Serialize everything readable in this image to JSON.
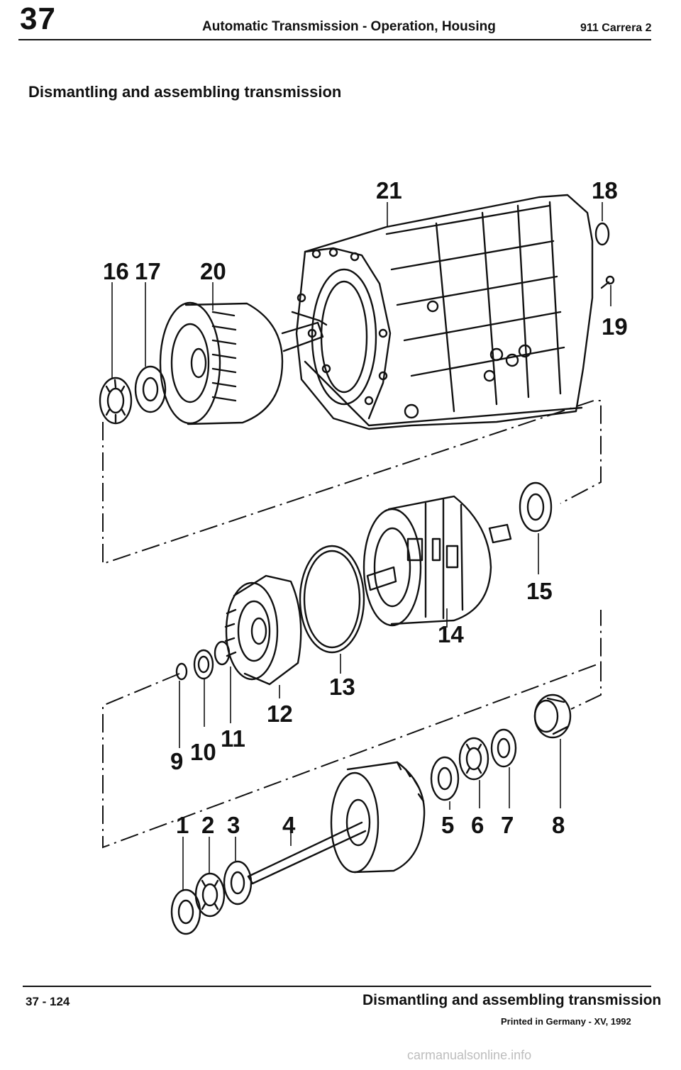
{
  "header": {
    "chapter": "37",
    "title": "Automatic Transmission - Operation, Housing",
    "model": "911 Carrera 2"
  },
  "section_title": "Dismantling and assembling transmission",
  "part_labels": [
    "1",
    "2",
    "3",
    "4",
    "5",
    "6",
    "7",
    "8",
    "9",
    "10",
    "11",
    "12",
    "13",
    "14",
    "15",
    "16",
    "17",
    "18",
    "19",
    "20",
    "21"
  ],
  "footer": {
    "page": "37 - 124",
    "title": "Dismantling and assembling transmission",
    "printed": "Printed in Germany - XV, 1992"
  },
  "watermark": "carmanualsonline.info"
}
